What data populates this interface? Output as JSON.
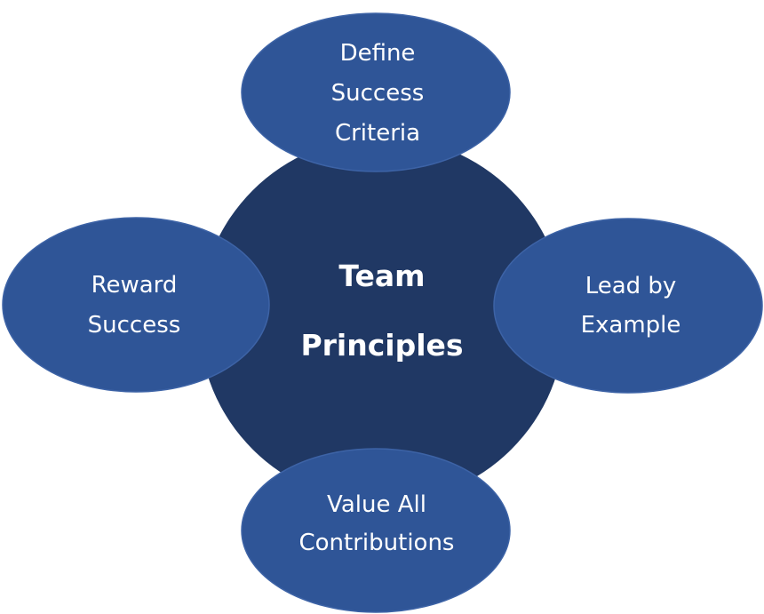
{
  "colors": {
    "center": "#203864",
    "node": "#2f5597",
    "text": "#ffffff"
  },
  "center": {
    "line1": "Team",
    "line2": "Principles"
  },
  "nodes": {
    "top": {
      "line1": "Define",
      "line2": "Success",
      "line3": "Criteria"
    },
    "left": {
      "line1": "Reward",
      "line2": "Success"
    },
    "right": {
      "line1": "Lead by",
      "line2": "Example"
    },
    "bottom": {
      "line1": "Value All",
      "line2": "Contributions"
    }
  }
}
